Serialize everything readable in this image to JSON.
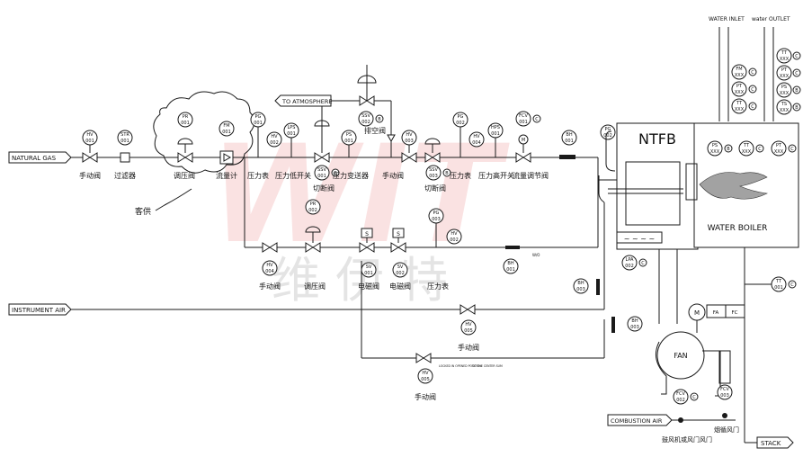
{
  "header": {
    "water_inlet": "WATER INLET",
    "water_outlet": "water OUTLET"
  },
  "watermark": {
    "latin": "WIT",
    "chinese": "维 伊 特",
    "color": "#e87a7a"
  },
  "colors": {
    "line": "#1a1a1a",
    "watermark": "#e87a7a",
    "flame": "#555555"
  },
  "streams": {
    "natural_gas": "NATURAL GAS",
    "instrument_air": "INSTRUMENT AIR",
    "combustion_air": "COMBUSTION AIR",
    "to_atmosphere": "TO ATMOSPHERE",
    "stack": "STACK"
  },
  "equipment": {
    "burner": "NTFB",
    "boiler": "WATER BOILER",
    "fan": "FAN",
    "motor": "M",
    "fa": "FA",
    "fc": "FC"
  },
  "notes": {
    "customer_supply": "客供",
    "locked_open": "LOCKED IN OPENED POSITION",
    "to_center": "TO THE CENTER SUM",
    "wo_note": "W/O"
  },
  "tags": {
    "hv001": [
      "HV",
      "001"
    ],
    "str001": [
      "STR",
      "001"
    ],
    "pr001": [
      "PR",
      "001"
    ],
    "fm001": [
      "FM",
      "001"
    ],
    "pg001": [
      "PG",
      "001"
    ],
    "hv002": [
      "HV",
      "002"
    ],
    "lps001": [
      "LPS",
      "001"
    ],
    "ssv001": [
      "SSV",
      "001"
    ],
    "ps001": [
      "PS",
      "001"
    ],
    "ssv002": [
      "SSV",
      "002"
    ],
    "hv003": [
      "HV",
      "003"
    ],
    "ssv003": [
      "SSV",
      "003"
    ],
    "pg002": [
      "PG",
      "002"
    ],
    "hv004": [
      "HV",
      "004"
    ],
    "hps001": [
      "HPS",
      "001"
    ],
    "fcv001": [
      "FCV",
      "001"
    ],
    "bh001": [
      "BH",
      "001"
    ],
    "pg_burner": [
      "PG",
      "002"
    ],
    "pr002": [
      "PR",
      "002"
    ],
    "hv_mid": [
      "HV",
      "004"
    ],
    "sv001": [
      "SV",
      "001"
    ],
    "sv002": [
      "SV",
      "002"
    ],
    "pg003": [
      "PG",
      "003"
    ],
    "hv_mid2": [
      "HV",
      "002"
    ],
    "bh_mid": [
      "BH",
      "001"
    ],
    "bh002": [
      "BH",
      "003"
    ],
    "bh003": [
      "BH",
      "003"
    ],
    "hv005": [
      "HV",
      "005"
    ],
    "hv005b": [
      "HV",
      "005"
    ],
    "lpa002": [
      "LPA",
      "002"
    ],
    "fcv002": [
      "FCV",
      "002"
    ],
    "fcv003": [
      "FCV",
      "003"
    ],
    "tt001": [
      "TT",
      "001"
    ],
    "ps_b": [
      "PS",
      "XXX"
    ],
    "tt_b": [
      "TT",
      "XXX"
    ],
    "pt_b": [
      "PT",
      "XXX"
    ],
    "fm_w": [
      "FM",
      "XXX"
    ],
    "pt_w1": [
      "PT",
      "XXX"
    ],
    "tt_w1": [
      "TT",
      "XXX"
    ],
    "tt_o1": [
      "TT",
      "XXX"
    ],
    "pt_o1": [
      "PT",
      "XXX"
    ],
    "ps_o1": [
      "PS",
      "XXX"
    ],
    "ts_o1": [
      "TS",
      "XXX"
    ]
  },
  "labels": {
    "manual_valve": "手动阀",
    "filter": "过滤器",
    "regulator": "调压阀",
    "flowmeter": "流量计",
    "pressure_gauge": "压力表",
    "low_pressure_switch": "压力低开关",
    "shutoff": "切断阀",
    "pressure_transmitter": "压力变送器",
    "vent_valve": "排空阀",
    "high_pressure_switch": "压力高开关",
    "flow_control_valve": "流量调节阀",
    "solenoid": "电磁阀",
    "damper": "鼓风机或风门风门",
    "flue_damper": "烟循风门"
  },
  "letters": {
    "c": "C",
    "b": "B",
    "s": "S",
    "m": "M"
  }
}
